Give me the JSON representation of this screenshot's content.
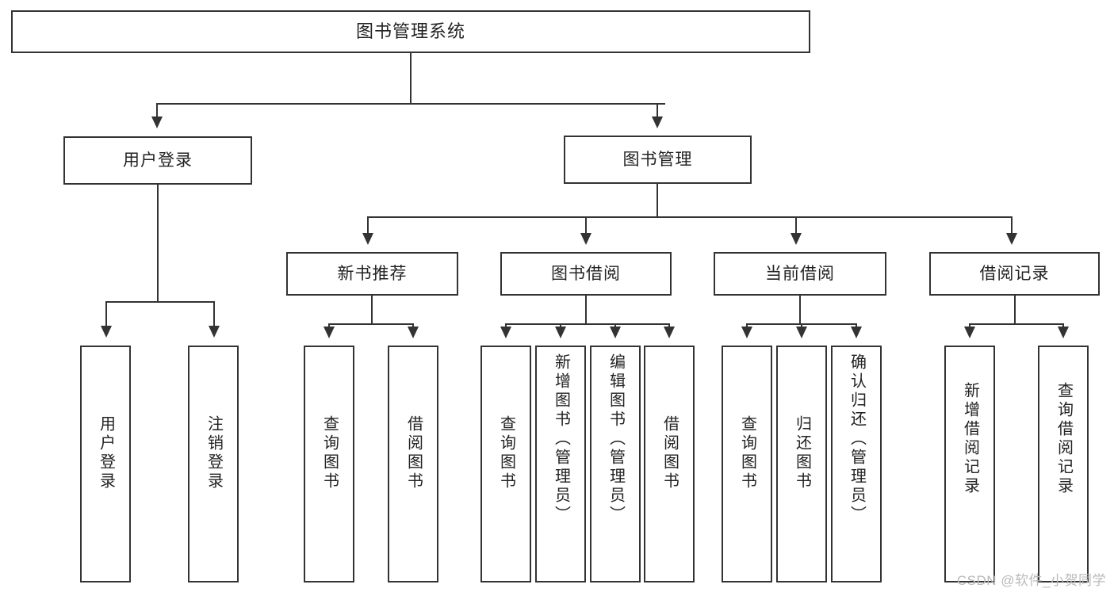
{
  "diagram": {
    "title": "图书管理系统",
    "type": "hierarchy-tree",
    "watermark": "CSDN @软件_小贺同学",
    "colors": {
      "stroke": "#333333",
      "fill": "#ffffff",
      "text": "#222222",
      "watermark": "#b9b9b9"
    },
    "levels": [
      {
        "level": 1,
        "nodes": [
          {
            "id": "root",
            "label": "图书管理系统",
            "orientation": "horizontal"
          }
        ]
      },
      {
        "level": 2,
        "nodes": [
          {
            "id": "login",
            "label": "用户登录",
            "orientation": "horizontal",
            "parent": "root"
          },
          {
            "id": "bookmgmt",
            "label": "图书管理",
            "orientation": "horizontal",
            "parent": "root"
          }
        ]
      },
      {
        "level": 3,
        "nodes": [
          {
            "id": "newbook",
            "label": "新书推荐",
            "orientation": "horizontal",
            "parent": "bookmgmt"
          },
          {
            "id": "borrow",
            "label": "图书借阅",
            "orientation": "horizontal",
            "parent": "bookmgmt"
          },
          {
            "id": "current",
            "label": "当前借阅",
            "orientation": "horizontal",
            "parent": "bookmgmt"
          },
          {
            "id": "records",
            "label": "借阅记录",
            "orientation": "horizontal",
            "parent": "bookmgmt"
          }
        ]
      },
      {
        "level": 4,
        "nodes": [
          {
            "id": "leaf1",
            "label": "用户登录",
            "orientation": "vertical",
            "parent": "login"
          },
          {
            "id": "leaf2",
            "label": "注销登录",
            "orientation": "vertical",
            "parent": "login"
          },
          {
            "id": "leaf3",
            "label": "查询图书",
            "orientation": "vertical",
            "parent": "newbook"
          },
          {
            "id": "leaf4",
            "label": "借阅图书",
            "orientation": "vertical",
            "parent": "newbook"
          },
          {
            "id": "leaf5",
            "label": "查询图书",
            "orientation": "vertical",
            "parent": "borrow"
          },
          {
            "id": "leaf6",
            "label": "新增图书（管理员）",
            "orientation": "vertical",
            "parent": "borrow"
          },
          {
            "id": "leaf7",
            "label": "编辑图书（管理员）",
            "orientation": "vertical",
            "parent": "borrow"
          },
          {
            "id": "leaf8",
            "label": "借阅图书",
            "orientation": "vertical",
            "parent": "borrow"
          },
          {
            "id": "leaf9",
            "label": "查询图书",
            "orientation": "vertical",
            "parent": "current"
          },
          {
            "id": "leaf10",
            "label": "归还图书",
            "orientation": "vertical",
            "parent": "current"
          },
          {
            "id": "leaf11",
            "label": "确认归还（管理员）",
            "orientation": "vertical",
            "parent": "current"
          },
          {
            "id": "leaf12",
            "label": "新增借阅记录",
            "orientation": "vertical",
            "parent": "records"
          },
          {
            "id": "leaf13",
            "label": "查询借阅记录",
            "orientation": "vertical",
            "parent": "records"
          }
        ]
      }
    ]
  }
}
